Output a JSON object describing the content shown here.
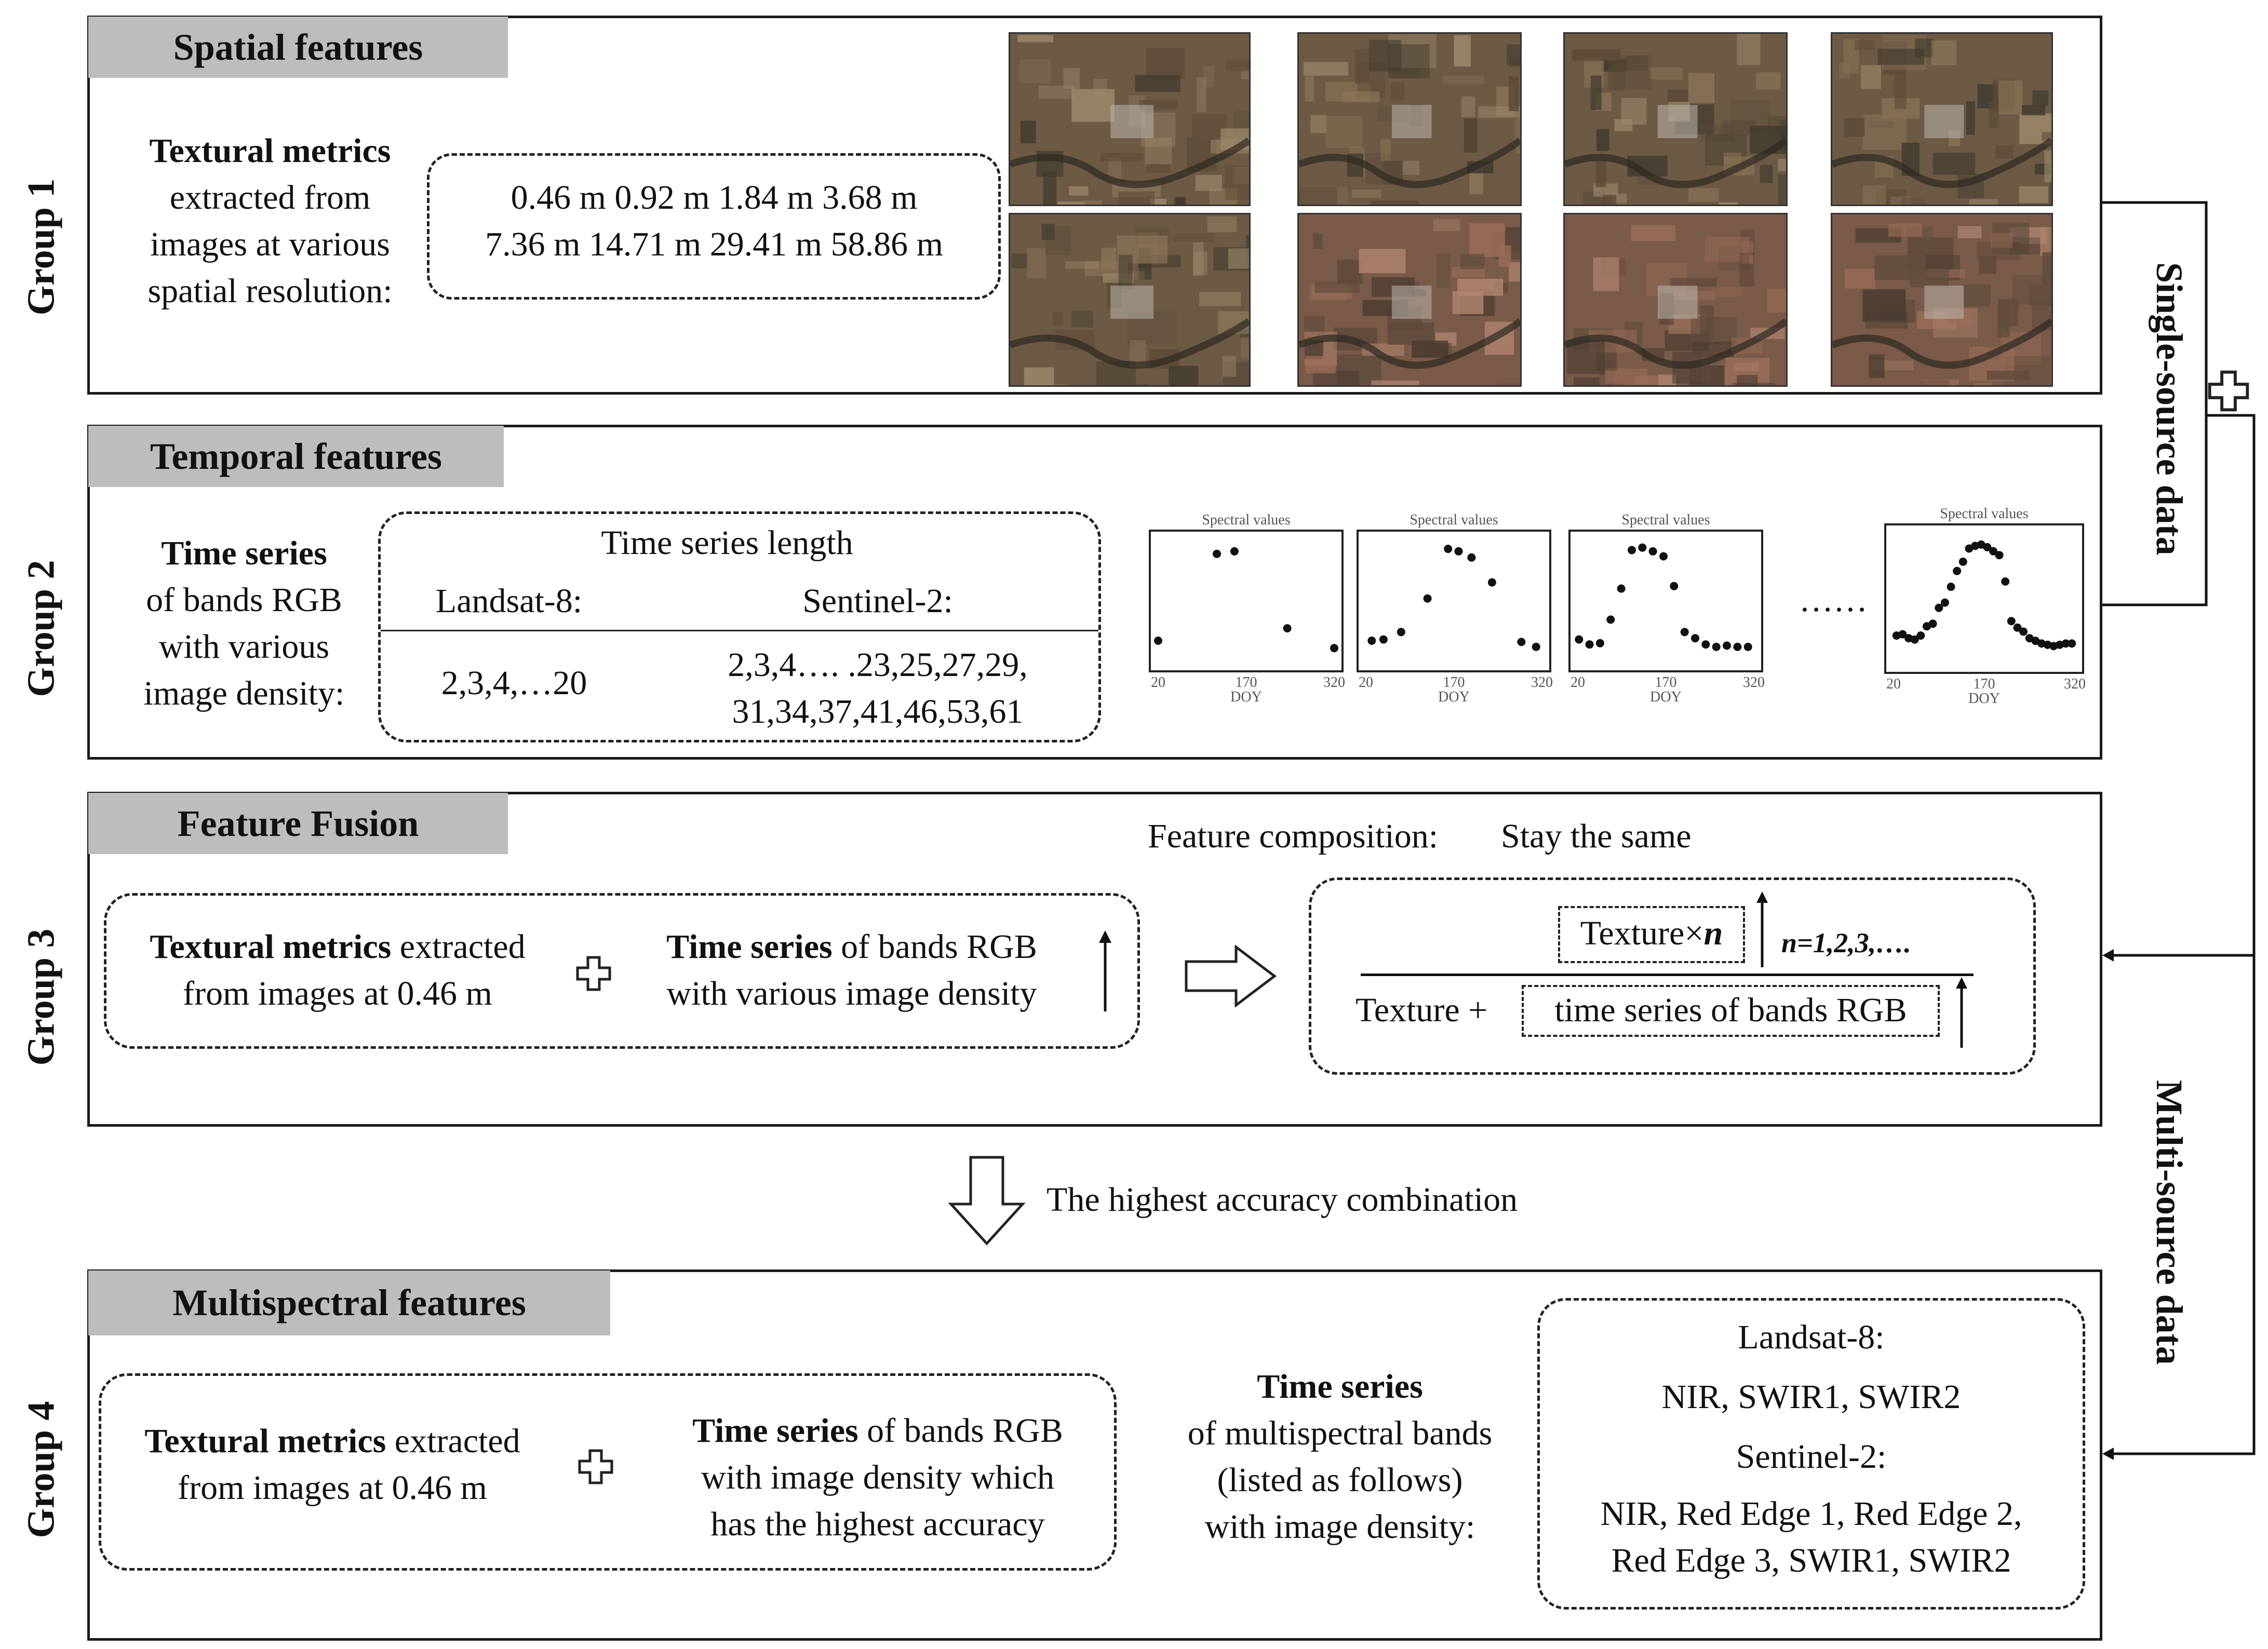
{
  "side_labels": {
    "single_source": "Single-source data",
    "multi_source": "Multi-source data"
  },
  "group1": {
    "label": "Group 1",
    "header": "Spatial features",
    "lead_bold": "Textural metrics",
    "lead_rest": [
      "extracted from",
      "images at  various",
      "spatial resolution:"
    ],
    "resolutions_line1": "0.46 m 0.92 m 1.84 m 3.68 m",
    "resolutions_line2": "7.36 m 14.71 m 29.41 m 58.86 m"
  },
  "group2": {
    "label": "Group 2",
    "header": "Temporal features",
    "lead_bold": "Time series",
    "lead_rest": [
      "of bands RGB",
      "with various",
      "image density:"
    ],
    "table_title": "Time series length",
    "col1_header": "Landsat-8:",
    "col2_header": "Sentinel-2:",
    "col1_value": "2,3,4,…20",
    "col2_value_line1": "2,3,4…. .23,25,27,29,",
    "col2_value_line2": "31,34,37,41,46,53,61",
    "ellipsis": "……",
    "chart_title": "Spectral values",
    "chart_xlabel": "DOY"
  },
  "chart_data": [
    {
      "type": "scatter",
      "title": "Spectral values",
      "xlabel": "DOY",
      "ylabel": "",
      "xlim": [
        20,
        320
      ],
      "xticks": [
        "20",
        "170",
        "320"
      ],
      "ylim": [
        0,
        1
      ],
      "x": [
        20,
        120,
        150,
        240,
        320
      ],
      "y": [
        0.18,
        0.88,
        0.9,
        0.28,
        0.12
      ]
    },
    {
      "type": "scatter",
      "title": "Spectral values",
      "xlabel": "DOY",
      "ylabel": "",
      "xlim": [
        20,
        320
      ],
      "xticks": [
        "20",
        "170",
        "320"
      ],
      "ylim": [
        0,
        1
      ],
      "x": [
        30,
        50,
        80,
        125,
        160,
        178,
        200,
        235,
        285,
        310
      ],
      "y": [
        0.18,
        0.19,
        0.25,
        0.52,
        0.92,
        0.9,
        0.85,
        0.65,
        0.17,
        0.13
      ]
    },
    {
      "type": "scatter",
      "title": "Spectral values",
      "xlabel": "DOY",
      "ylabel": "",
      "xlim": [
        20,
        320
      ],
      "xticks": [
        "20",
        "170",
        "320"
      ],
      "ylim": [
        0,
        1
      ],
      "x": [
        22,
        40,
        58,
        76,
        94,
        112,
        130,
        148,
        166,
        184,
        202,
        220,
        238,
        256,
        274,
        292,
        310
      ],
      "y": [
        0.19,
        0.15,
        0.16,
        0.35,
        0.6,
        0.91,
        0.93,
        0.9,
        0.86,
        0.62,
        0.25,
        0.2,
        0.15,
        0.13,
        0.14,
        0.13,
        0.13
      ]
    },
    {
      "type": "scatter",
      "title": "Spectral values",
      "xlabel": "DOY",
      "ylabel": "",
      "xlim": [
        20,
        320
      ],
      "xticks": [
        "20",
        "170",
        "320"
      ],
      "ylim": [
        0,
        1
      ],
      "x": [
        25,
        35,
        45,
        55,
        65,
        75,
        85,
        95,
        105,
        115,
        125,
        135,
        145,
        155,
        165,
        175,
        185,
        195,
        205,
        215,
        225,
        235,
        245,
        255,
        265,
        275,
        285,
        295,
        305,
        315
      ],
      "y": [
        0.22,
        0.23,
        0.2,
        0.19,
        0.22,
        0.29,
        0.31,
        0.43,
        0.47,
        0.59,
        0.71,
        0.78,
        0.88,
        0.9,
        0.91,
        0.89,
        0.86,
        0.83,
        0.63,
        0.33,
        0.28,
        0.25,
        0.2,
        0.18,
        0.16,
        0.15,
        0.14,
        0.15,
        0.16,
        0.16
      ]
    }
  ],
  "group3": {
    "label": "Group 3",
    "header": "Feature Fusion",
    "composition_label": "Feature composition:",
    "composition_value": "Stay the same",
    "left_bold": "Textural metrics",
    "left_rest": " extracted",
    "left_line2": "from images at 0.46 m",
    "mid_bold": "Time series",
    "mid_rest": " of bands RGB",
    "mid_line2": "with various image density",
    "texture_n_text": "Texture×",
    "texture_n_var": "n",
    "n_values": "n=1,2,3,….",
    "texture_plus": "Texture +",
    "ts_rgb": "time series of bands RGB"
  },
  "arrow_caption": "The highest accuracy combination",
  "group4": {
    "label": "Group 4",
    "header": "Multispectral features",
    "left_bold": "Textural metrics",
    "left_rest": " extracted",
    "left_line2": "from images at 0.46 m",
    "mid_bold": "Time series",
    "mid_rest": " of bands RGB",
    "mid_line2": "with image density which",
    "mid_line3": "has the highest accuracy",
    "ms_bold": "Time series",
    "ms_lines": [
      "of multispectral bands",
      "(listed as follows)",
      "with image density:"
    ],
    "landsat_label": "Landsat-8:",
    "landsat_bands": "NIR, SWIR1, SWIR2",
    "sentinel_label": "Sentinel-2:",
    "sentinel_bands_line1": "NIR, Red Edge 1, Red Edge 2,",
    "sentinel_bands_line2": "Red Edge 3, SWIR1, SWIR2"
  },
  "colors": {
    "header_bg": "#bdbdbd",
    "stroke": "#1a1a1a"
  }
}
